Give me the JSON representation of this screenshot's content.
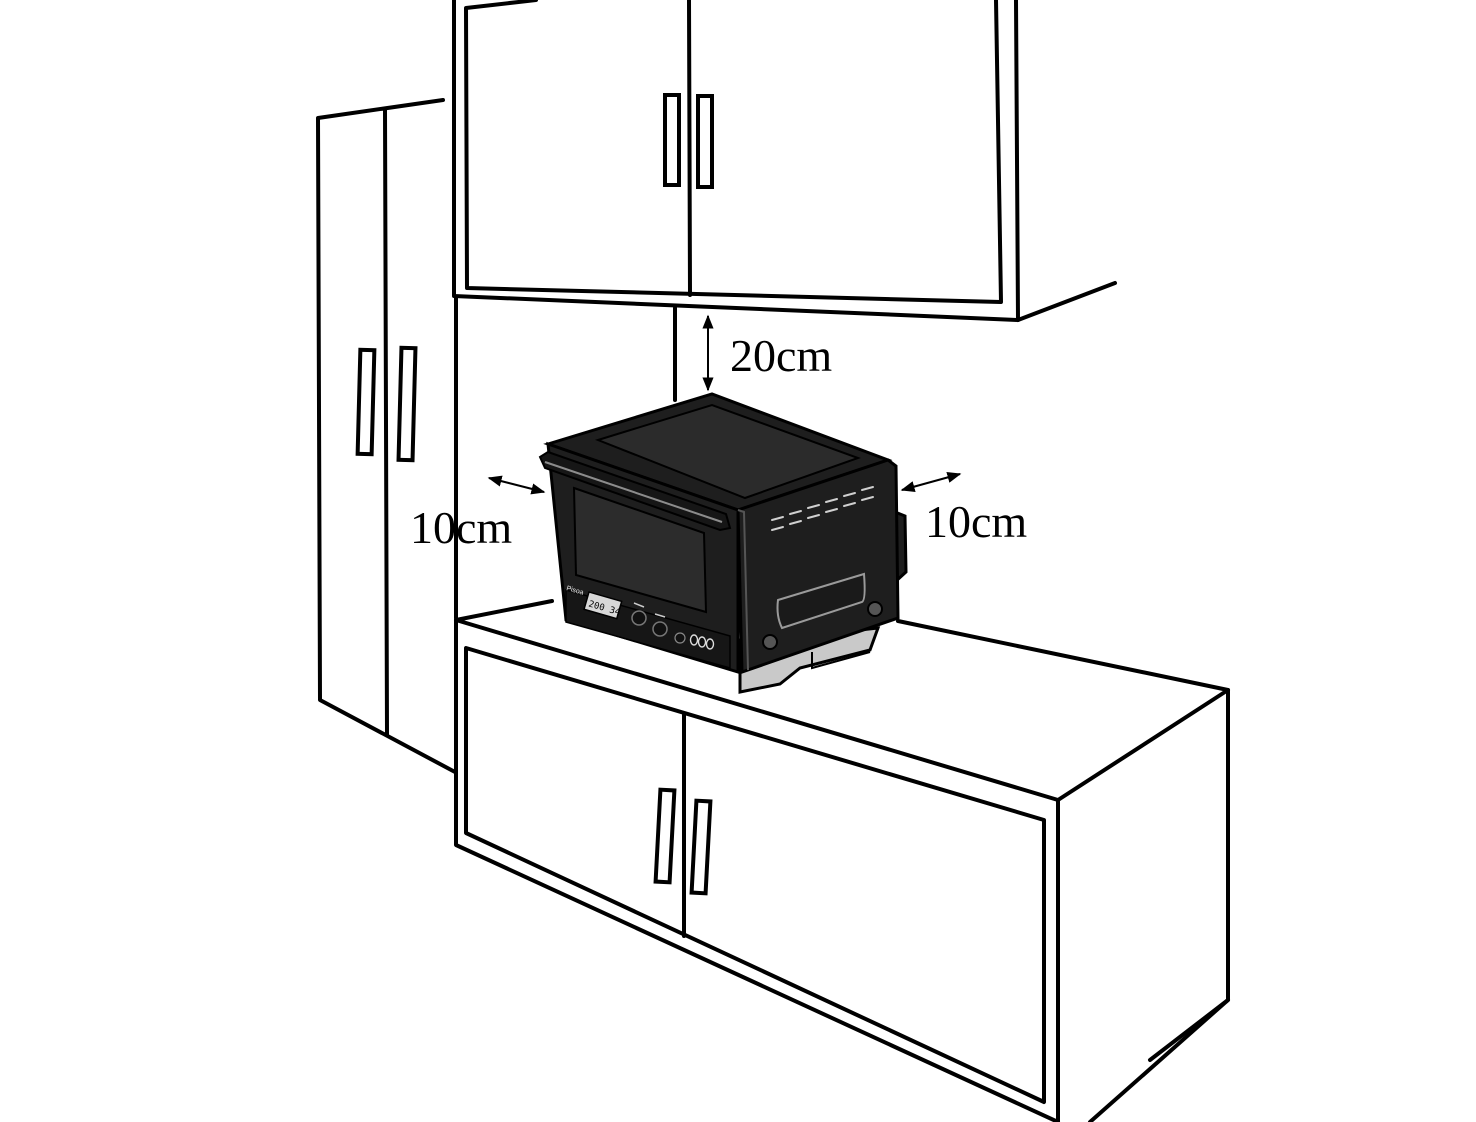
{
  "dimensions": {
    "top_clearance": "20cm",
    "left_clearance": "10cm",
    "right_clearance": "10cm"
  },
  "oven": {
    "brand_text": "Pisoa",
    "display_text": "200 34",
    "colors": {
      "body": "#1e1e1e",
      "top": "#2b2b2b",
      "panel": "#161616",
      "highlight": "#8c8c8c"
    }
  }
}
